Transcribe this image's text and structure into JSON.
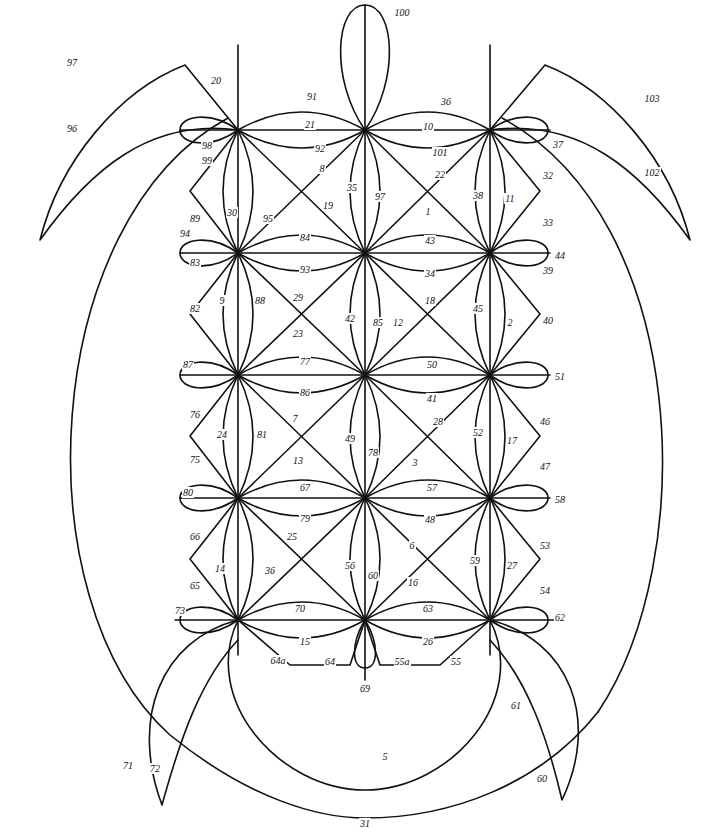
{
  "diagram": {
    "labels": [
      "100",
      "97",
      "20",
      "96",
      "98",
      "91",
      "21",
      "36",
      "10",
      "37",
      "103",
      "102",
      "99",
      "92",
      "101",
      "8",
      "22",
      "32",
      "30",
      "95",
      "35",
      "19",
      "97",
      "1",
      "38",
      "11",
      "33",
      "89",
      "94",
      "84",
      "43",
      "44",
      "93",
      "34",
      "39",
      "83",
      "9",
      "88",
      "29",
      "42",
      "85",
      "12",
      "18",
      "45",
      "2",
      "82",
      "40",
      "23",
      "77",
      "50",
      "87",
      "51",
      "86",
      "41",
      "76",
      "24",
      "81",
      "7",
      "13",
      "49",
      "78",
      "28",
      "3",
      "52",
      "17",
      "46",
      "47",
      "75",
      "80",
      "67",
      "57",
      "58",
      "79",
      "48",
      "66",
      "25",
      "6",
      "14",
      "36",
      "56",
      "60",
      "16",
      "59",
      "27",
      "53",
      "54",
      "65",
      "70",
      "63",
      "73",
      "62",
      "15",
      "26",
      "64a",
      "64",
      "69",
      "55a",
      "55",
      "61",
      "60",
      "71",
      "72",
      "5",
      "31"
    ]
  }
}
